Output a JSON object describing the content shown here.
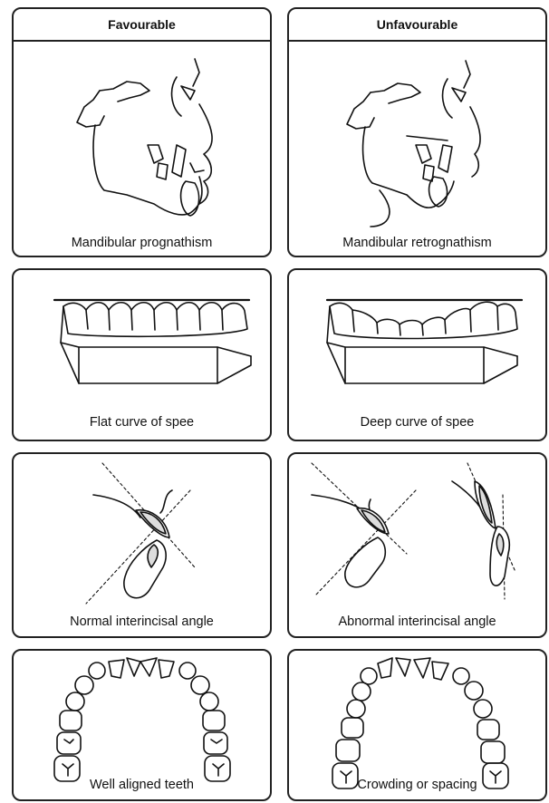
{
  "columns": {
    "left_title": "Favourable",
    "right_title": "Unfavourable"
  },
  "rows": [
    {
      "left_caption": "Mandibular prognathism",
      "right_caption": "Mandibular retrognathism"
    },
    {
      "left_caption": "Flat curve of spee",
      "right_caption": "Deep curve of spee"
    },
    {
      "left_caption": "Normal interincisal angle",
      "right_caption": "Abnormal interincisal angle"
    },
    {
      "left_caption": "Well aligned teeth",
      "right_caption": "Crowding or spacing"
    }
  ]
}
